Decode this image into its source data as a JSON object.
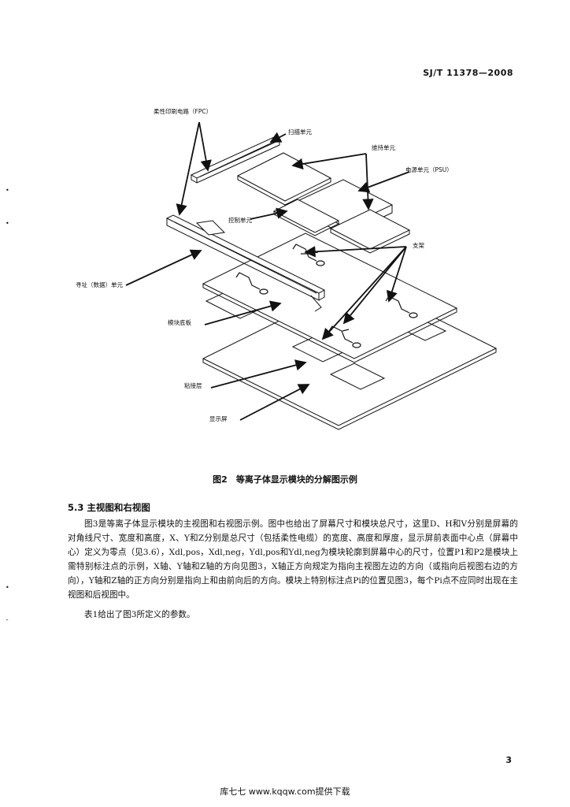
{
  "header": {
    "standard_code": "SJ/T 11378—2008"
  },
  "figure": {
    "labels": {
      "fpc": "柔性印刷电路（FPC）",
      "scan": "扫描单元",
      "sustain": "维持单元",
      "psu": "电源单元（PSU）",
      "control": "控制单元",
      "bracket": "支架",
      "address": "寻址（数据）单元",
      "chassis": "模块底板",
      "adhesive": "粘接层",
      "display": "显示屏"
    },
    "caption": "图2　等离子体显示模块的分解图示例"
  },
  "section": {
    "heading": "5.3 主视图和右视图",
    "paragraphs": [
      "图3是等离子体显示模块的主视图和右视图示例。图中也给出了屏幕尺寸和模块总尺寸，这里D、H和V分别是屏幕的对角线尺寸、宽度和高度，X、Y和Z分别是总尺寸（包括柔性电缆）的宽度、高度和厚度，显示屏前表面中心点（屏幕中心）定义为零点（见3.6），Xdl,pos，Xdl,neg，Ydl,pos和Ydl,neg为模块轮廓到屏幕中心的尺寸，位置P1和P2是模块上需特别标注点的示例，X轴、Y轴和Z轴的方向见图3，X轴正方向规定为指向主视图左边的方向（或指向后视图右边的方向），Y轴和Z轴的正方向分别是指向上和由前向后的方向。模块上特别标注点Pi的位置见图3，每个Pi点不应同时出现在主视图和后视图中。",
      "表1给出了图3所定义的参数。"
    ]
  },
  "page_number": "3",
  "footer": {
    "text": "库七七 www.kqqw.com提供下载"
  },
  "margin_marks": {
    "dot": "•",
    "hook": "˘"
  }
}
